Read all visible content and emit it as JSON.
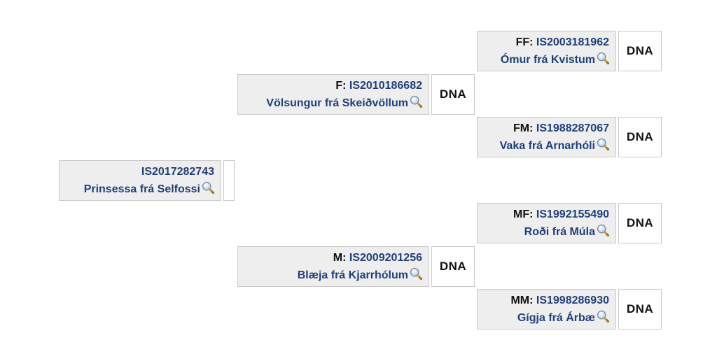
{
  "horses": {
    "subject": {
      "role": "",
      "reg": "IS2017282743",
      "name": "Prinsessa frá Selfossi"
    },
    "f": {
      "role": "F:",
      "reg": "IS2010186682",
      "name": "Völsungur frá Skeiðvöllum",
      "dna": "DNA"
    },
    "m": {
      "role": "M:",
      "reg": "IS2009201256",
      "name": "Blæja frá Kjarrhólum",
      "dna": "DNA"
    },
    "ff": {
      "role": "FF:",
      "reg": "IS2003181962",
      "name": "Ómur frá Kvistum",
      "dna": "DNA"
    },
    "fm": {
      "role": "FM:",
      "reg": "IS1988287067",
      "name": "Vaka frá Arnarhóli",
      "dna": "DNA"
    },
    "mf": {
      "role": "MF:",
      "reg": "IS1992155490",
      "name": "Roði frá Múla",
      "dna": "DNA"
    },
    "mm": {
      "role": "MM:",
      "reg": "IS1998286930",
      "name": "Gígja frá Árbæ",
      "dna": "DNA"
    }
  },
  "icons": {
    "search": "magnifier-icon"
  },
  "colors": {
    "link": "#1e3f7c",
    "box_bg": "#eeeeee",
    "border": "#c9c9c9"
  }
}
